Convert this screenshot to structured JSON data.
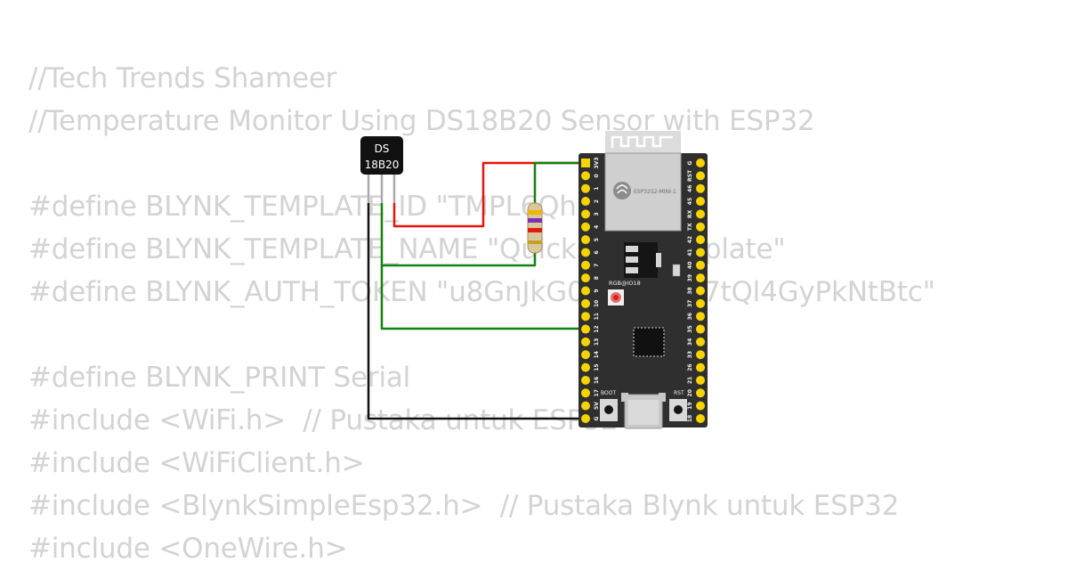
{
  "code_lines": [
    "//Tech Trends Shameer",
    "//Temperature Monitor Using DS18B20 Sensor with ESP32",
    "",
    "#define BLYNK_TEMPLATE_ID \"TMPL6QhFo\"",
    "#define BLYNK_TEMPLATE_NAME \"Quickstart Template\"",
    "#define BLYNK_AUTH_TOKEN \"u8GnJkG0vXsKdTw7tQl4GyPkNtBtc\"",
    "",
    "#define BLYNK_PRINT Serial",
    "#include <WiFi.h>  // Pustaka untuk ESP32",
    "#include <WiFiClient.h>",
    "#include <BlynkSimpleEsp32.h>  // Pustaka Blynk untuk ESP32",
    "#include <OneWire.h>"
  ],
  "sensor": {
    "line1": "DS",
    "line2": "18B20"
  },
  "board": {
    "module_label": "ESP32S2-MINI-1",
    "led_label": "RGB@IO18",
    "boot_label": "BOOT",
    "rst_label": "RST",
    "left_pins": [
      "3V3",
      "0",
      "1",
      "2",
      "3",
      "4",
      "5",
      "6",
      "7",
      "8",
      "9",
      "10",
      "11",
      "12",
      "13",
      "14",
      "15",
      "16",
      "17",
      "5V",
      "G"
    ],
    "right_pins": [
      "G",
      "RST",
      "46",
      "45",
      "RX",
      "TX",
      "42",
      "41",
      "40",
      "39",
      "38",
      "37",
      "36",
      "35",
      "34",
      "33",
      "26",
      "21",
      "20",
      "19",
      "18"
    ]
  },
  "colors": {
    "wire_red": "#e8120e",
    "wire_green": "#12820f",
    "wire_black": "#111111",
    "board": "#2f2f2f",
    "pin": "#f5d400",
    "code_text": "#d3d3d3"
  }
}
